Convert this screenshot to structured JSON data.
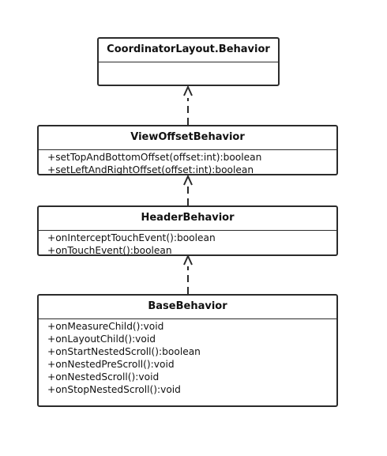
{
  "classes": [
    {
      "name": "CoordinatorLayout.Behavior",
      "methods": []
    },
    {
      "name": "ViewOffsetBehavior",
      "methods": [
        "+setTopAndBottomOffset(offset:int):boolean",
        "+setLeftAndRightOffset(offset:int):boolean"
      ]
    },
    {
      "name": "HeaderBehavior",
      "methods": [
        "+onInterceptTouchEvent():boolean",
        "+onTouchEvent():boolean"
      ]
    },
    {
      "name": "BaseBehavior",
      "methods": [
        "+onMeasureChild():void",
        "+onLayoutChild():void",
        "+onStartNestedScroll():boolean",
        "+onNestedPreScroll():void",
        "+onNestedScroll():void",
        "+onStopNestedScroll():void"
      ]
    }
  ],
  "relations": [
    {
      "from": "ViewOffsetBehavior",
      "to": "CoordinatorLayout.Behavior",
      "type": "realization"
    },
    {
      "from": "HeaderBehavior",
      "to": "ViewOffsetBehavior",
      "type": "realization"
    },
    {
      "from": "BaseBehavior",
      "to": "HeaderBehavior",
      "type": "realization"
    }
  ],
  "colors": {
    "line": "#2b2b2b",
    "background": "#ffffff"
  }
}
